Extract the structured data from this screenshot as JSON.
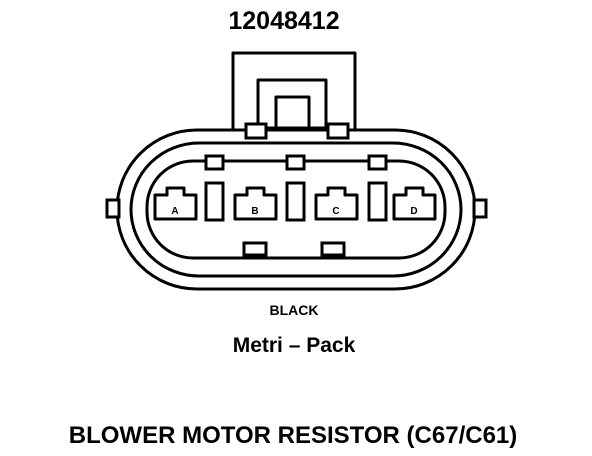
{
  "connector": {
    "part_number": "12048412",
    "color": "BLACK",
    "series": "Metri – Pack",
    "pins": [
      "A",
      "B",
      "C",
      "D"
    ]
  },
  "caption": "BLOWER MOTOR RESISTOR (C67/C61)",
  "colors": {
    "ink": "#000000",
    "background": "#ffffff"
  }
}
